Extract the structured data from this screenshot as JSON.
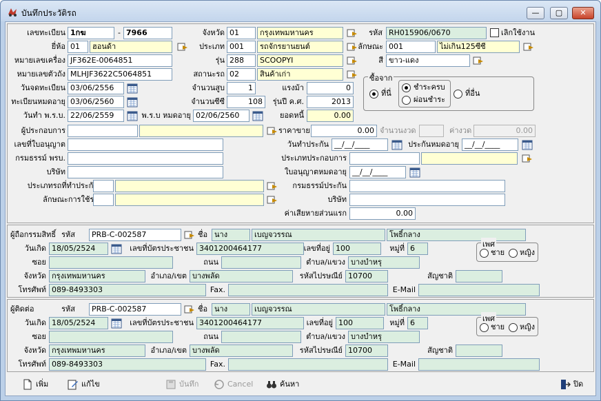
{
  "window": {
    "title": "บันทึกประวัติรถ",
    "minimize": "—",
    "maximize": "▢",
    "close": "✕"
  },
  "vehicle": {
    "plate_label": "เลขทะเบียน",
    "plate_prefix": "1กฆ",
    "plate_sep": "-",
    "plate_number": "7966",
    "province_label": "จังหวัด",
    "province_code": "01",
    "province_name": "กรุงเทพมหานคร",
    "code_label": "รหัส",
    "code_value": "RH015906/0670",
    "inactive_label": "เลิกใช้งาน",
    "brand_label": "ยี่ห้อ",
    "brand_code": "01",
    "brand_name": "ฮอนด้า",
    "type_label": "ประเภท",
    "type_code": "001",
    "type_name": "รถจักรยานยนต์",
    "nature_label": "ลักษณะ",
    "nature_code": "001",
    "nature_name": "ไม่เกิน125ซีซี",
    "engine_label": "หมายเลขเครื่อง",
    "engine_value": "JF362E-0064851",
    "model_label": "รุ่น",
    "model_code": "288",
    "model_name": "SCOOPYI",
    "color_label": "สี",
    "color_value": "ขาว-แดง",
    "chassis_label": "หมายเลขตัวถัง",
    "chassis_value": "MLHJF3622C5064851",
    "status_label": "สถานะรถ",
    "status_code": "02",
    "status_name": "สินค้าเก่า",
    "regdate_label": "วันจดทะเบียน",
    "regdate_value": "03/06/2556",
    "cylinders_label": "จำนวนสูบ",
    "cylinders_value": "1",
    "hp_label": "แรงม้า",
    "hp_value": "0",
    "regexp_label": "ทะเบียนหมดอายุ",
    "regexp_value": "03/06/2560",
    "cc_label": "จำนวนซีซี",
    "cc_value": "108",
    "year_label": "รุ่นปี ค.ศ.",
    "year_value": "2013",
    "prb_label": "วันทำ พ.ร.บ.",
    "prb_value": "22/06/2559",
    "prbexp_label": "พ.ร.บ หมดอายุ",
    "prbexp_value": "02/06/2560",
    "balance_label": "ยอดหนี้",
    "balance_value": "0.00",
    "purchase_group": "ซื้อจาก",
    "from_here": "ที่นี่",
    "from_other": "ที่อื่น",
    "pay_full": "ชำระครบ",
    "pay_install": "ผ่อนชำระ"
  },
  "insurance": {
    "operator_label": "ผู้ประกอบการ",
    "price_label": "ราคาขาย",
    "price_value": "0.00",
    "installments_label": "จำนวนงวด",
    "per_installment_label": "ค่างวด",
    "per_installment_value": "0.00",
    "license_label": "เลขที่ใบอนุญาต",
    "ins_date_label": "วันทำประกัน",
    "ins_date_value": "__/__/____",
    "ins_exp_label": "ประกันหมดอายุ",
    "ins_exp_value": "__/__/____",
    "prb_policy_label": "กรมธรรม์ พรบ.",
    "business_type_label": "ประเภทประกอบการ",
    "company_label": "บริษัท",
    "lic_exp_label": "ใบอนุญาตหมดอายุ",
    "lic_exp_value": "__/__/____",
    "ins_type_label": "ประเภทรถที่ทำประกัน",
    "policy_label": "กรมธรรม์ประกัน",
    "usage_label": "ลักษณะการใช้รถ",
    "company2_label": "บริษัท",
    "deductible_label": "ค่าเสียหายส่วนแรก",
    "deductible_value": "0.00"
  },
  "owner": {
    "section_label": "ผู้ถือกรรมสิทธิ์",
    "code_label": "รหัส",
    "code_value": "PRB-C-002587",
    "name_label": "ชื่อ",
    "title_value": "นาง",
    "first_name": "เบญจวรรณ",
    "last_name": "โพธิ์กลาง",
    "dob_label": "วันเกิด",
    "dob_value": "18/05/2524",
    "id_label": "เลขที่บัตรประชาชน",
    "id_value": "3401200464177",
    "house_label": "เลขที่อยู่",
    "house_value": "100",
    "moo_label": "หมู่ที่",
    "moo_value": "6",
    "gender_label": "เพศ",
    "male_label": "ชาย",
    "female_label": "หญิง",
    "soi_label": "ซอย",
    "road_label": "ถนน",
    "subdistrict_label": "ตำบล/แขวง",
    "subdistrict_value": "บางบำหรุ",
    "province_label": "จังหวัด",
    "province_value": "กรุงเทพมหานคร",
    "district_label": "อำเภอ/เขต",
    "district_value": "บางพลัด",
    "zip_label": "รหัสไปรษณีย์",
    "zip_value": "10700",
    "nation_label": "สัญชาติ",
    "phone_label": "โทรศัพท์",
    "phone_value": "089-8493303",
    "fax_label": "Fax.",
    "email_label": "E-Mail"
  },
  "contact": {
    "section_label": "ผู้ติดต่อ",
    "code_label": "รหัส",
    "code_value": "PRB-C-002587",
    "name_label": "ชื่อ",
    "title_value": "นาง",
    "first_name": "เบญจวรรณ",
    "last_name": "โพธิ์กลาง",
    "dob_label": "วันเกิด",
    "dob_value": "18/05/2524",
    "id_label": "เลขที่บัตรประชาชน",
    "id_value": "3401200464177",
    "house_label": "เลขที่อยู่",
    "house_value": "100",
    "moo_label": "หมู่ที่",
    "moo_value": "6",
    "gender_label": "เพศ",
    "male_label": "ชาย",
    "female_label": "หญิง",
    "soi_label": "ซอย",
    "road_label": "ถนน",
    "subdistrict_label": "ตำบล/แขวง",
    "subdistrict_value": "บางบำหรุ",
    "province_label": "จังหวัด",
    "province_value": "กรุงเทพมหานคร",
    "district_label": "อำเภอ/เขต",
    "district_value": "บางพลัด",
    "zip_label": "รหัสไปรษณีย์",
    "zip_value": "10700",
    "nation_label": "สัญชาติ",
    "phone_label": "โทรศัพท์",
    "phone_value": "089-8493303",
    "fax_label": "Fax.",
    "email_label": "E-Mail"
  },
  "toolbar": {
    "add": "เพิ่ม",
    "edit": "แก้ไข",
    "save": "บันทึก",
    "cancel": "Cancel",
    "search": "ค้นหา",
    "close": "ปิด"
  }
}
